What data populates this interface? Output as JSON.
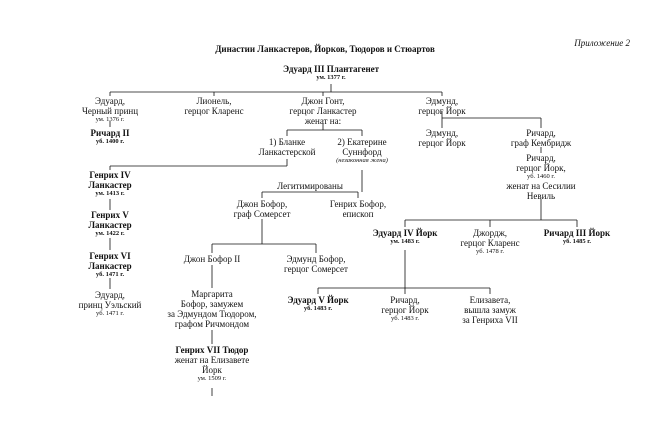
{
  "appendix": "Приложение 2",
  "title": "Династии Ланкастеров, Йорков, Тюдоров и Стюартов",
  "labels": {
    "legitimized": "Легитимированы"
  },
  "people": {
    "edward3": {
      "name": "Эдуард III Плантагенет",
      "note": "ум. 1377 г."
    },
    "edward_black": {
      "name": "Эдуард,\nЧерный принц",
      "note": "ум. 1376 г."
    },
    "lionel": {
      "name": "Лионель,\nгерцог Кларенс"
    },
    "john_gaunt": {
      "name": "Джон Гонт,\nгерцог Ланкастер\nженат на:"
    },
    "edmund_york1": {
      "name": "Эдмунд,\nгерцог Йорк"
    },
    "richard2": {
      "name": "Ричард II",
      "note": "уб. 1400 г."
    },
    "blanche": {
      "name": "1) Бланке\nЛанкастерской"
    },
    "katherine": {
      "name": "2) Екатерине\nСуннфорд",
      "note": "(незаконная жена)"
    },
    "edmund_york2": {
      "name": "Эдмунд,\nгерцог Йорк"
    },
    "richard_cambridge": {
      "name": "Ричард,\nграф Кембридж"
    },
    "henry4": {
      "name": "Генрих IV\nЛанкастер",
      "note": "ум. 1413 г."
    },
    "richard_york": {
      "name": "Ричард,\nгерцог Йорк,",
      "note": "уб. 1460 г.",
      "name2": "женат на Сесилии\nНевиль"
    },
    "john_beaufort1": {
      "name": "Джон Бофор,\nграф Сомерсет"
    },
    "henry_beaufort": {
      "name": "Генрих Бофор,\nепископ"
    },
    "henry5": {
      "name": "Генрих V\nЛанкастер",
      "note": "ум. 1422 г."
    },
    "edward4": {
      "name": "Эдуард IV Йорк",
      "note": "ум. 1483 г."
    },
    "george": {
      "name": "Джордж,\nгерцог Кларенс",
      "note": "уб. 1478 г."
    },
    "richard3": {
      "name": "Ричард III Йорк",
      "note": "уб. 1485 г."
    },
    "henry6": {
      "name": "Генрих VI\nЛанкастер",
      "note": "уб. 1471 г."
    },
    "john_beaufort2": {
      "name": "Джон Бофор II"
    },
    "edmund_beaufort": {
      "name": "Эдмунд Бофор,\nгерцог Сомерсет"
    },
    "edward_wales": {
      "name": "Эдуард,\nпринц Уэльский",
      "note": "уб. 1471 г."
    },
    "margaret": {
      "name": "Маргарита\nБофор, замужем\nза Эдмундом Тюдором,\nграфом Ричмондом"
    },
    "edward5": {
      "name": "Эдуард V Йорк",
      "note": "уб. 1483 г."
    },
    "richard_york2": {
      "name": "Ричард,\nгерцог Йорк",
      "note": "уб. 1483 г."
    },
    "elizabeth": {
      "name": "Елизавета,\nвышла замуж\nза Генриха VII"
    },
    "henry7": {
      "name": "Генрих VII Тюдор",
      "name2": "женат на Елизавете\nЙорк",
      "note": "ум. 1509 г."
    }
  }
}
